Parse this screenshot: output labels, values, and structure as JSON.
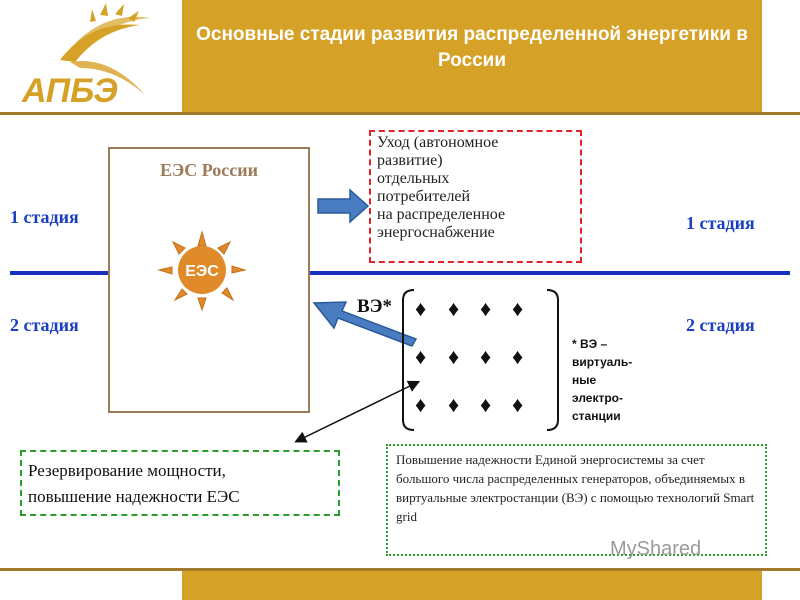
{
  "header": {
    "title": "Основные стадии развития распределенной энергетики в России",
    "logo_text": "АПБЭ"
  },
  "colors": {
    "header": "#d6a127",
    "stage_text": "#1a3fbf",
    "divider": "#1a2fbf",
    "red_box": "#e0222a",
    "green_box": "#2aa02a",
    "ees_box": "#9c7a5a"
  },
  "diagram": {
    "ees_title": "ЕЭС России",
    "ees_logo_text": "ЕЭС",
    "stage1_left": "1 стадия",
    "stage1_right": "1 стадия",
    "stage2_left": "2 стадия",
    "stage2_right": "2 стадия",
    "red_box_text_lines": [
      "Уход (автономное",
      "развитие)",
      "отдельных",
      "потребителей",
      "на распределенное",
      "энергоснабжение"
    ],
    "ve_label": "ВЭ*",
    "generator_symbol": "♦",
    "ve_note_lines": [
      "* ВЭ –",
      "виртуаль-",
      "ные",
      "электро-",
      "станции"
    ],
    "reserve_text_lines": [
      "Резервирование мощности,",
      "повышение надежности ЕЭС"
    ],
    "reliability_text": "Повышение надежности Единой энергосистемы за счет большого числа распределенных генераторов, объединяемых в виртуальные электростанции (ВЭ) с помощью технологий  Smart grid"
  },
  "watermark": "MyShared"
}
